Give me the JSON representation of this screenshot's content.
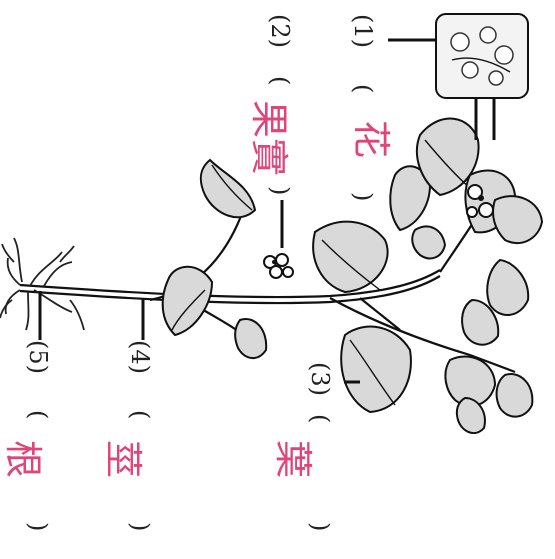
{
  "labels": [
    {
      "number": "(1)",
      "open": "(",
      "answer": "花",
      "close": ")"
    },
    {
      "number": "(2)",
      "open": "(",
      "answer": "果實",
      "close": ")"
    },
    {
      "number": "(3)",
      "open": "(",
      "answer": "葉",
      "close": ")"
    },
    {
      "number": "(4)",
      "open": "(",
      "answer": "莖",
      "close": ")"
    },
    {
      "number": "(5)",
      "open": "(",
      "answer": "根",
      "close": ")"
    }
  ],
  "colors": {
    "answer_ink": "#e0457a",
    "leaf_fill": "#d9d9d9",
    "line": "#111111"
  }
}
